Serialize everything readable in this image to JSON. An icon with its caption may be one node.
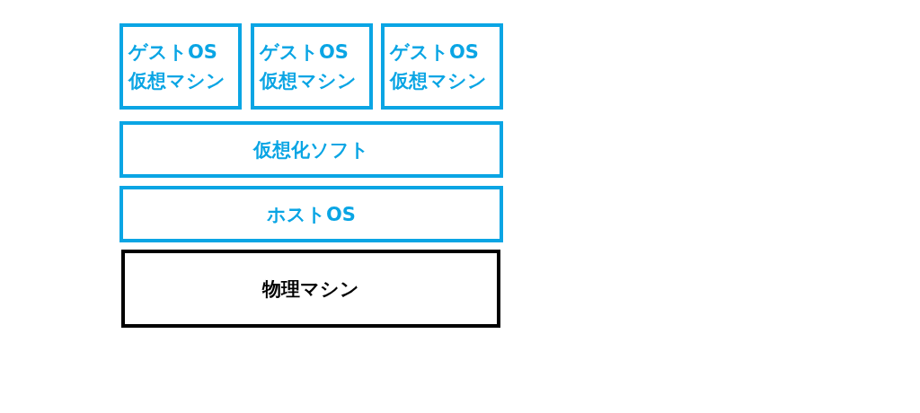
{
  "diagram": {
    "nodes": [
      {
        "text": [
          "ゲストOS",
          "仮想マシン"
        ]
      },
      {
        "text": [
          "ゲストOS",
          "仮想マシン"
        ]
      },
      {
        "text": [
          "ゲストOS",
          "仮想マシン"
        ]
      },
      {
        "text": [
          "仮想化ソフト"
        ]
      },
      {
        "text": [
          "ホストOS"
        ]
      },
      {
        "text": [
          "物理マシン"
        ]
      }
    ]
  }
}
